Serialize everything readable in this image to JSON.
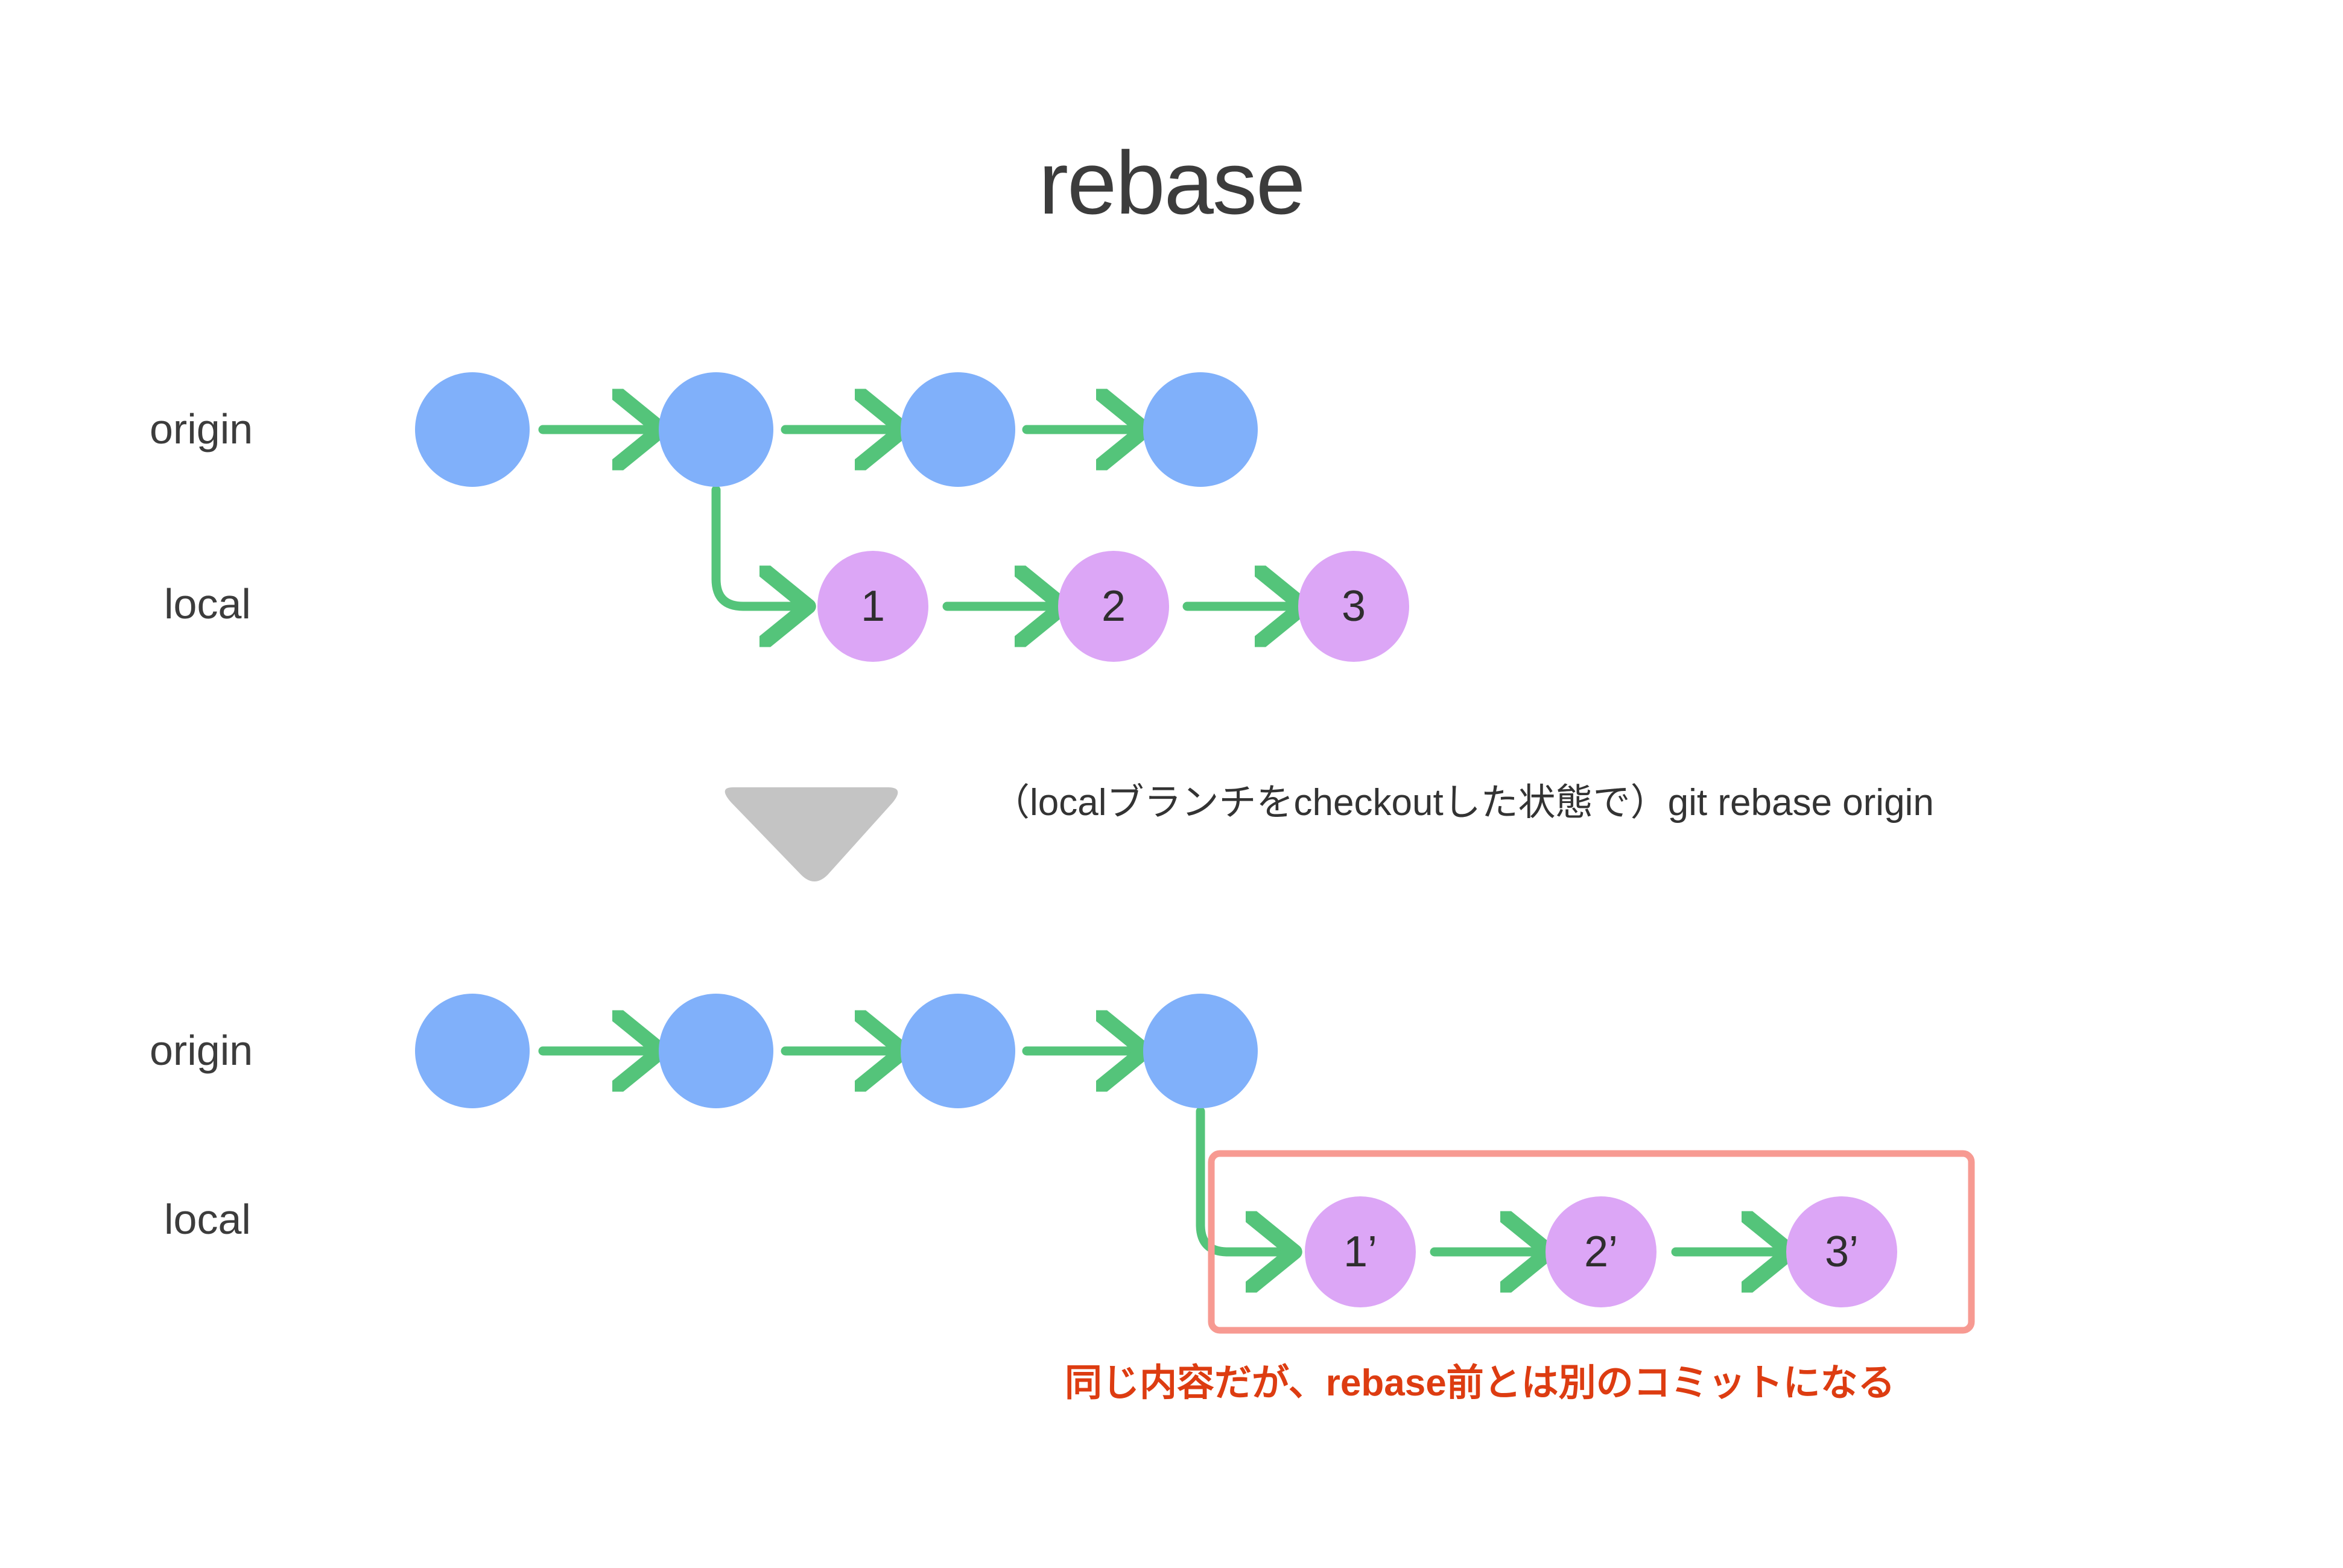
{
  "title": "rebase",
  "colors": {
    "title_text": "#3c3c3c",
    "origin_node": "#80b0fa",
    "local_node": "#dca6f6",
    "arrow": "#54c47a",
    "highlight_box_border": "#f79a92",
    "triangle": "#c4c4c4",
    "note_text": "#dd3c11",
    "background": "#ffffff"
  },
  "before": {
    "origin_label": "origin",
    "local_label": "local",
    "origin_commits": [
      "",
      "",
      "",
      ""
    ],
    "local_commits": [
      "1",
      "2",
      "3"
    ]
  },
  "transition": {
    "arrow_icon": "triangle-down-icon",
    "caption": "（localブランチをcheckoutした状態で）git rebase origin"
  },
  "after": {
    "origin_label": "origin",
    "local_label": "local",
    "origin_commits": [
      "",
      "",
      "",
      ""
    ],
    "local_commits": [
      "1’",
      "2’",
      "3’"
    ],
    "note": "同じ内容だが、rebase前とは別のコミットになる"
  }
}
